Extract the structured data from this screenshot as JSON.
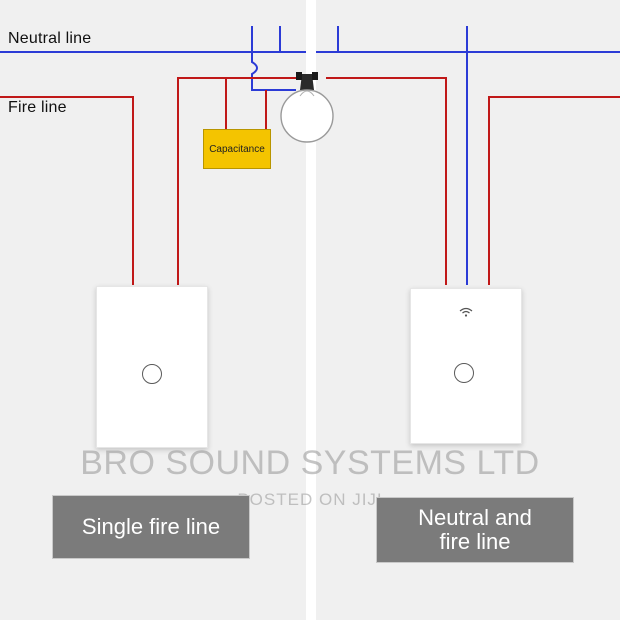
{
  "labels": {
    "neutral": "Neutral line",
    "fire": "Fire line",
    "capacitance": "Capacitance"
  },
  "captions": {
    "left": "Single fire line",
    "right_line1": "Neutral and",
    "right_line2": "fire line"
  },
  "watermark": {
    "main": "BRO SOUND SYSTEMS LTD",
    "sub": "POSTED ON JIJI"
  },
  "colors": {
    "neutral_wire": "#2b3bd6",
    "fire_wire": "#c01818",
    "capacitance_box": "#f4c400",
    "caption_box": "#7b7b7b"
  },
  "icons": {
    "bulb": "light-bulb-icon",
    "wifi": "wifi-icon"
  }
}
